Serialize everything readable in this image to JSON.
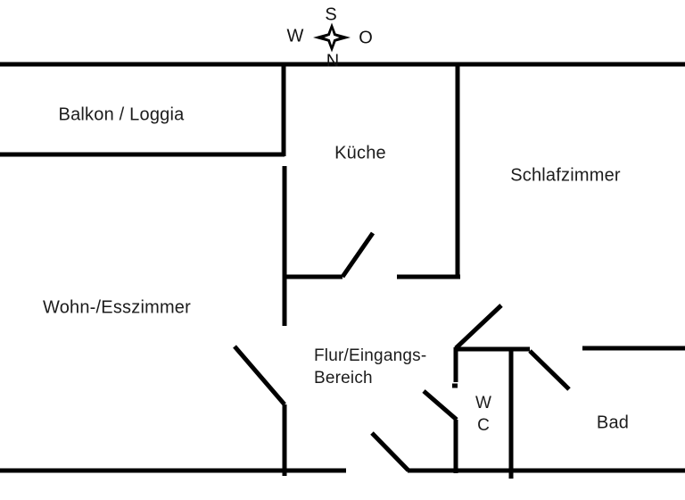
{
  "page": {
    "background_color": "#ffffff",
    "wall_color": "#000000",
    "text_color": "#1c1c1c"
  },
  "compass": {
    "star_icon": "four-point-star",
    "south_label": "S",
    "west_label": "W",
    "east_label": "O",
    "north_label": "N"
  },
  "rooms": {
    "balkon": {
      "label": "Balkon / Loggia"
    },
    "kueche": {
      "label": "Küche"
    },
    "schlafzimmer": {
      "label": "Schlafzimmer"
    },
    "wohnzimmer": {
      "label": "Wohn-/Esszimmer"
    },
    "flur": {
      "line1": "Flur/Eingangs-",
      "line2": "Bereich"
    },
    "wc": {
      "line1": "W",
      "line2": "C"
    },
    "bad": {
      "label": "Bad"
    }
  },
  "floorplan": {
    "stroke_width": 5,
    "walls": [
      [
        0,
        72,
        768,
        72
      ],
      [
        0,
        173,
        319,
        173
      ],
      [
        318,
        70,
        318,
        175
      ],
      [
        319,
        186,
        319,
        365
      ],
      [
        318,
        310,
        384,
        310
      ],
      [
        445,
        310,
        516,
        310
      ],
      [
        513,
        70,
        513,
        312
      ],
      [
        511,
        391,
        594,
        391
      ],
      [
        653,
        390,
        768,
        390
      ],
      [
        511,
        389,
        511,
        428
      ],
      [
        507,
        432,
        513,
        432
      ],
      [
        511,
        470,
        511,
        530
      ],
      [
        573,
        392,
        573,
        536
      ],
      [
        319,
        453,
        319,
        533
      ],
      [
        0,
        527,
        388,
        527
      ],
      [
        457,
        527,
        768,
        527
      ]
    ],
    "doors": [
      [
        384,
        310,
        418,
        261
      ],
      [
        511,
        390,
        562,
        342
      ],
      [
        594,
        393,
        638,
        436
      ],
      [
        475,
        438,
        512,
        470
      ],
      [
        417,
        485,
        458,
        527
      ],
      [
        263,
        388,
        319,
        453
      ]
    ]
  }
}
